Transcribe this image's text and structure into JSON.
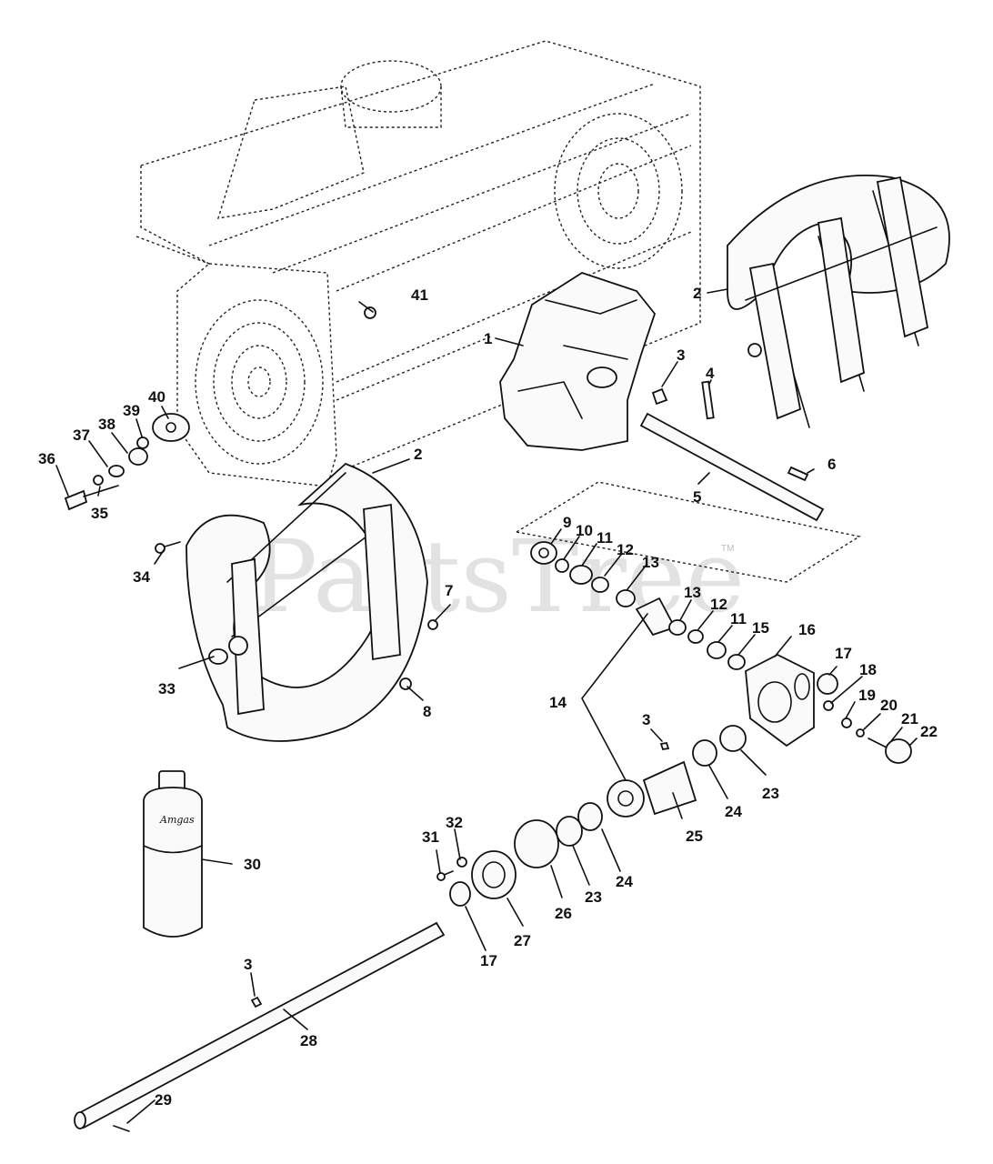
{
  "watermark": {
    "text": "PartsTree",
    "trademark": "TM"
  },
  "bottle_label": "Amgas",
  "callouts": [
    {
      "id": "c1",
      "text": "1"
    },
    {
      "id": "c2a",
      "text": "2"
    },
    {
      "id": "c2b",
      "text": "2"
    },
    {
      "id": "c3a",
      "text": "3"
    },
    {
      "id": "c3b",
      "text": "3"
    },
    {
      "id": "c3c",
      "text": "3"
    },
    {
      "id": "c4",
      "text": "4"
    },
    {
      "id": "c5",
      "text": "5"
    },
    {
      "id": "c6",
      "text": "6"
    },
    {
      "id": "c7",
      "text": "7"
    },
    {
      "id": "c8",
      "text": "8"
    },
    {
      "id": "c9",
      "text": "9"
    },
    {
      "id": "c10",
      "text": "10"
    },
    {
      "id": "c11a",
      "text": "11"
    },
    {
      "id": "c11b",
      "text": "11"
    },
    {
      "id": "c12a",
      "text": "12"
    },
    {
      "id": "c12b",
      "text": "12"
    },
    {
      "id": "c13a",
      "text": "13"
    },
    {
      "id": "c13b",
      "text": "13"
    },
    {
      "id": "c14",
      "text": "14"
    },
    {
      "id": "c15",
      "text": "15"
    },
    {
      "id": "c16",
      "text": "16"
    },
    {
      "id": "c17a",
      "text": "17"
    },
    {
      "id": "c17b",
      "text": "17"
    },
    {
      "id": "c18",
      "text": "18"
    },
    {
      "id": "c19",
      "text": "19"
    },
    {
      "id": "c20",
      "text": "20"
    },
    {
      "id": "c21",
      "text": "21"
    },
    {
      "id": "c22",
      "text": "22"
    },
    {
      "id": "c23a",
      "text": "23"
    },
    {
      "id": "c23b",
      "text": "23"
    },
    {
      "id": "c24a",
      "text": "24"
    },
    {
      "id": "c24b",
      "text": "24"
    },
    {
      "id": "c25",
      "text": "25"
    },
    {
      "id": "c26",
      "text": "26"
    },
    {
      "id": "c27",
      "text": "27"
    },
    {
      "id": "c28",
      "text": "28"
    },
    {
      "id": "c29",
      "text": "29"
    },
    {
      "id": "c30",
      "text": "30"
    },
    {
      "id": "c31",
      "text": "31"
    },
    {
      "id": "c32",
      "text": "32"
    },
    {
      "id": "c33",
      "text": "33"
    },
    {
      "id": "c34",
      "text": "34"
    },
    {
      "id": "c35",
      "text": "35"
    },
    {
      "id": "c36",
      "text": "36"
    },
    {
      "id": "c37",
      "text": "37"
    },
    {
      "id": "c38",
      "text": "38"
    },
    {
      "id": "c39",
      "text": "39"
    },
    {
      "id": "c40",
      "text": "40"
    },
    {
      "id": "c41",
      "text": "41"
    }
  ]
}
